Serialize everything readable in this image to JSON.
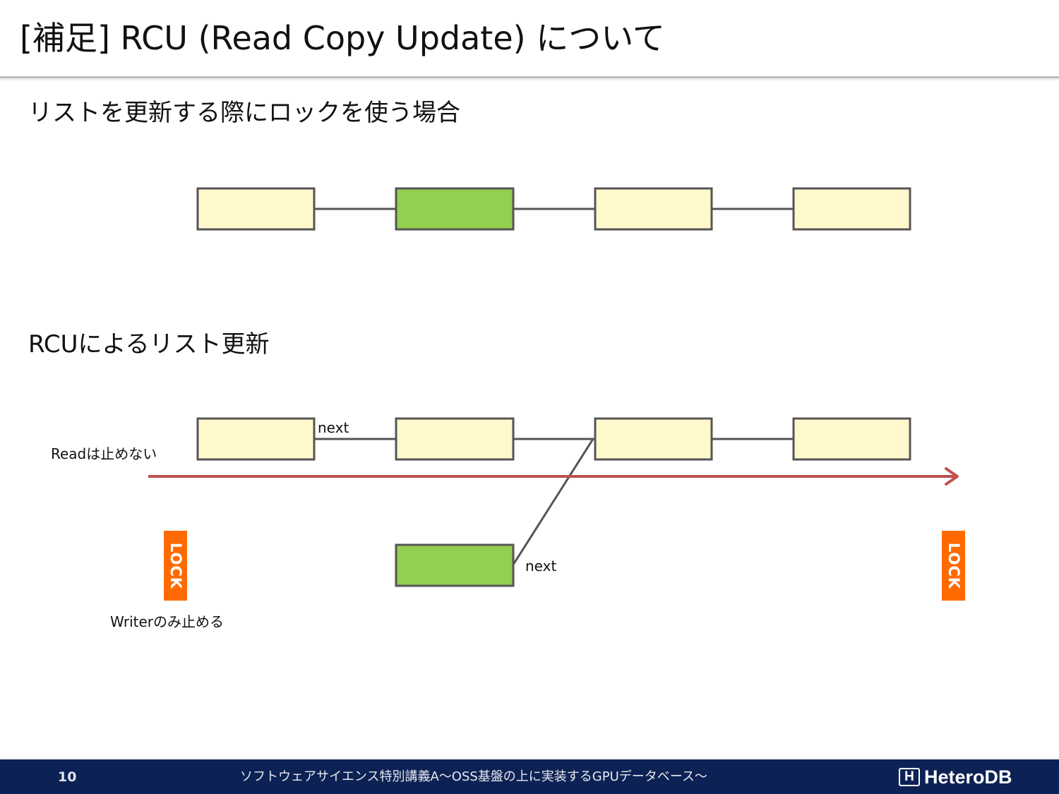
{
  "slide": {
    "title": "[補足] RCU (Read Copy Update) について",
    "heading_lock": "リストを更新する際にロックを使う場合",
    "heading_rcu": "RCUによるリスト更新",
    "label_next_top": "next",
    "label_next_bottom": "next",
    "label_read": "Readは止めない",
    "label_writer": "Writerのみ止める",
    "lock_left": "LOCK",
    "lock_right": "LOCK"
  },
  "colors": {
    "node_fill": "#fff8cc",
    "node_highlight": "#92d050",
    "node_border": "#555555",
    "read_arrow": "#c0504d",
    "lock_fill": "#ff6a00",
    "footer_bg": "#0d2254"
  },
  "footer": {
    "page_number": "10",
    "text": "ソフトウェアサイエンス特別講義A～OSS基盤の上に実装するGPUデータベース～",
    "logo_text": "HeteroDB",
    "logo_mark": "H"
  }
}
